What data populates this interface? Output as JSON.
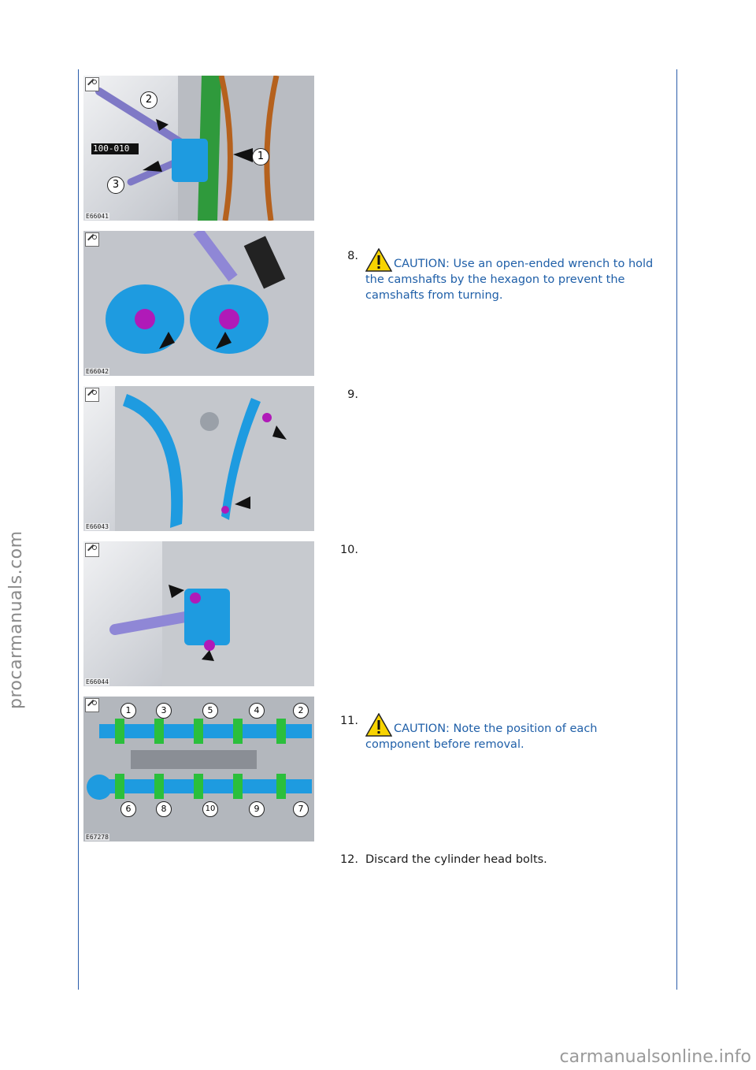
{
  "figures": [
    {
      "code": "E66041",
      "callouts": [
        "2",
        "1",
        "3"
      ],
      "tool_label": "100-010"
    },
    {
      "code": "E66042"
    },
    {
      "code": "E66043"
    },
    {
      "code": "E66044"
    },
    {
      "code": "E67278",
      "callouts": [
        "1",
        "3",
        "5",
        "4",
        "2",
        "6",
        "8",
        "10",
        "9",
        "7"
      ]
    }
  ],
  "steps": [
    {
      "number": "8.",
      "caution_label": "CAUTION:",
      "text": "Use an open-ended wrench to hold the camshafts by the hexagon to prevent the camshafts from turning."
    },
    {
      "number": "9.",
      "text": ""
    },
    {
      "number": "10.",
      "text": ""
    },
    {
      "number": "11.",
      "caution_label": "CAUTION:",
      "text": "Note the position of each component before removal."
    },
    {
      "number": "12.",
      "text": "Discard the cylinder head bolts."
    }
  ],
  "watermarks": {
    "side": "procarmanuals.com",
    "bottom": "carmanualsonline.info"
  },
  "colors": {
    "frame": "#2a5caa",
    "caution_text": "#1f5fa8",
    "component_blue": "#1e9be0",
    "bolt_magenta": "#b01ab8",
    "warning_yellow": "#f7d300"
  }
}
